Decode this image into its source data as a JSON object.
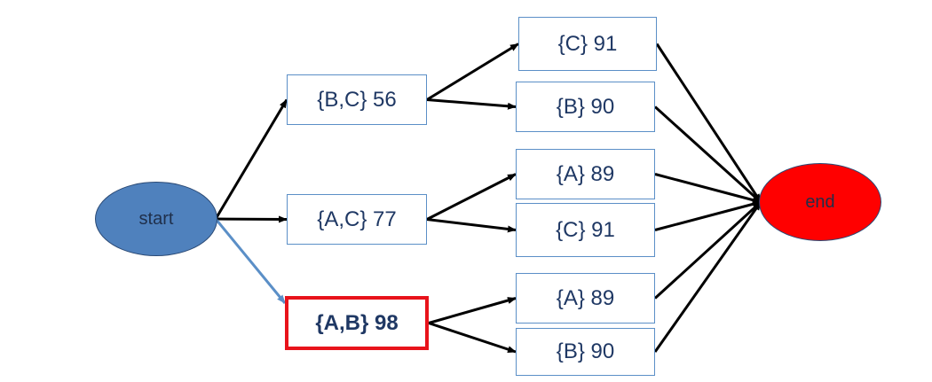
{
  "diagram": {
    "start_label": "start",
    "end_label": "end",
    "colors": {
      "start_fill": "#4f81bd",
      "end_fill": "#ff0000",
      "edge": "#000000",
      "selected_edge": "#5b8fc7",
      "selected_border": "#e8131b",
      "box_border": "#5b8fc7",
      "text": "#1f3864"
    },
    "level1": [
      {
        "label": "{B,C} 56",
        "selected": false
      },
      {
        "label": "{A,C} 77",
        "selected": false
      },
      {
        "label": "{A,B} 98",
        "selected": true
      }
    ],
    "level2": [
      {
        "label": "{C} 91",
        "parent": 0
      },
      {
        "label": "{B} 90",
        "parent": 0
      },
      {
        "label": "{A} 89",
        "parent": 1
      },
      {
        "label": "{C} 91",
        "parent": 1
      },
      {
        "label": "{A} 89",
        "parent": 2
      },
      {
        "label": "{B} 90",
        "parent": 2
      }
    ]
  }
}
